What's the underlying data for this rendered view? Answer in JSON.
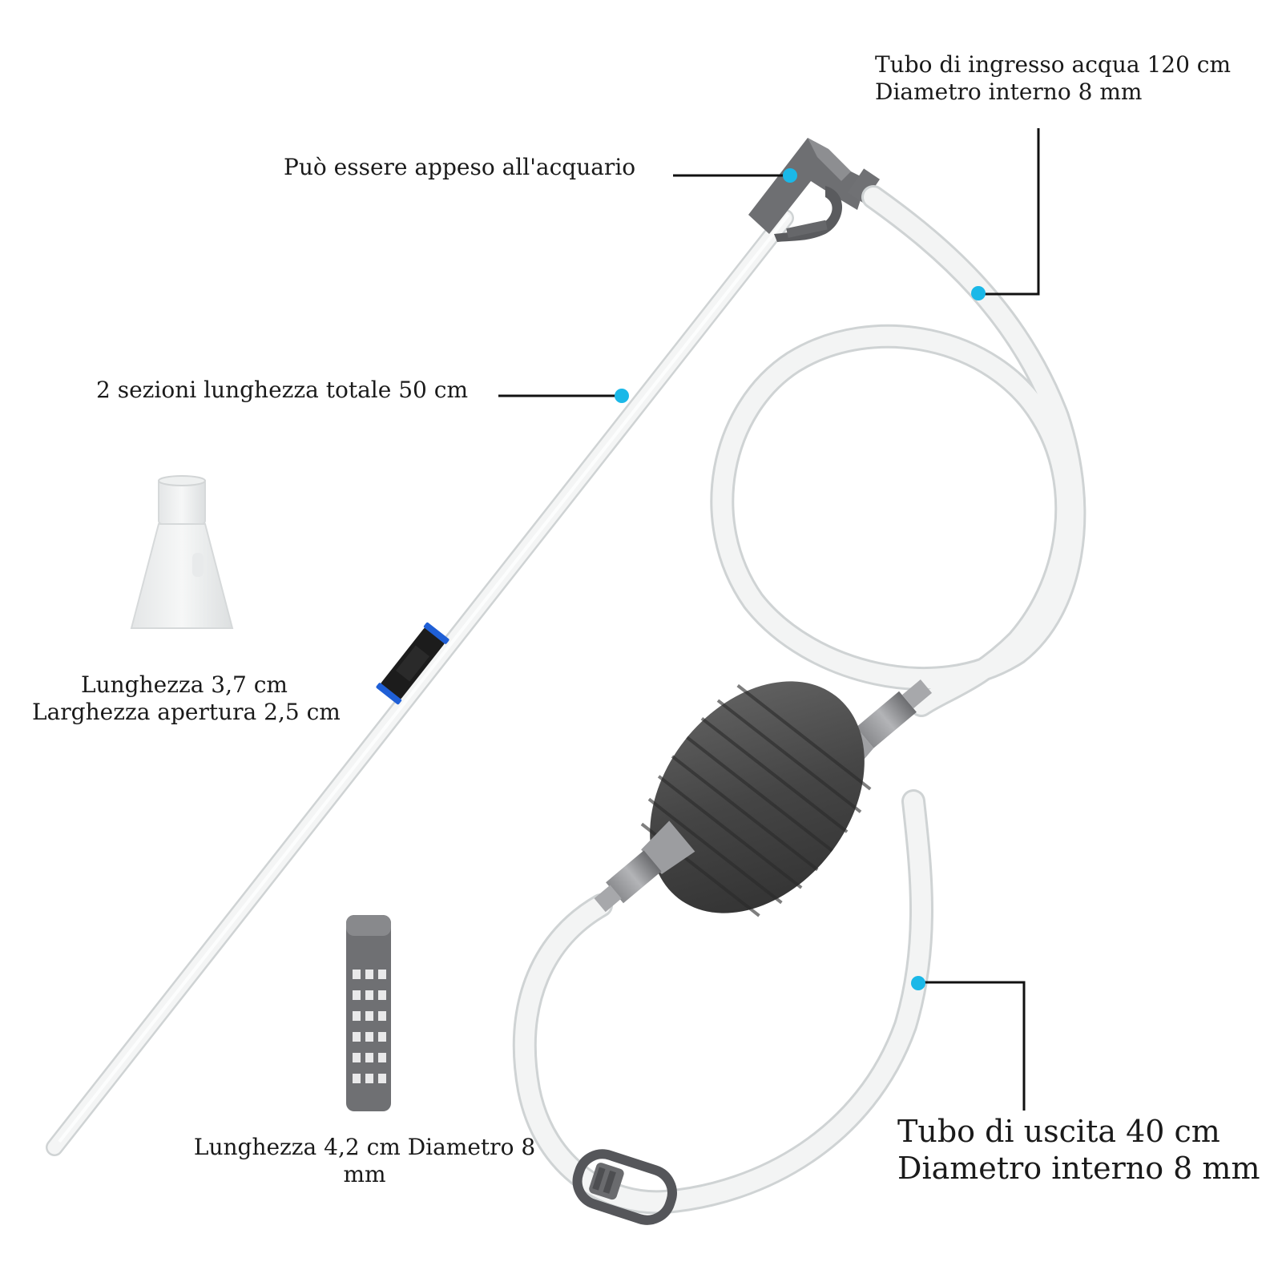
{
  "labels": {
    "inlet_tube": {
      "line1": "Tubo di ingresso acqua 120 cm",
      "line2": "Diametro interno 8 mm"
    },
    "hanger": "Può essere appeso all'acquario",
    "sections": "2 sezioni lunghezza totale 50 cm",
    "nozzle": {
      "line1": "Lunghezza 3,7 cm",
      "line2": "Larghezza apertura 2,5 cm"
    },
    "filter": {
      "line1": "Lunghezza 4,2 cm Diametro 8",
      "line2": "mm"
    },
    "outlet_tube": {
      "line1": "Tubo di uscita 40 cm",
      "line2": "Diametro interno 8 mm"
    }
  },
  "colors": {
    "callout_dot": "#1ab8e8",
    "leader_line": "#111111",
    "tube": "#f1f2f2",
    "tube_edge": "#cfd3d4",
    "plastic_grey": "#6e6f72",
    "bulb": "#4a4a4a",
    "connector_blue": "#1f5fd6"
  }
}
